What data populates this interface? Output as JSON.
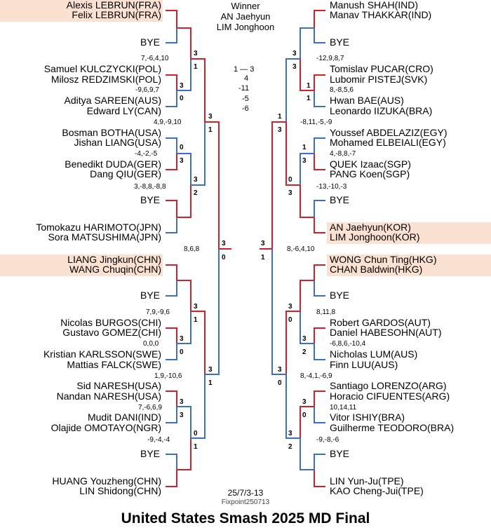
{
  "title": "United States Smash 2025 MD Final",
  "winner": {
    "label": "Winner",
    "p1": "AN Jaehyun",
    "p2": "LIM Jonghoon"
  },
  "final_summary": [
    "1 — 3",
    "4",
    "-11",
    "-5",
    "-6"
  ],
  "dates": "25/7/3-13",
  "source": "Fixpoint250713",
  "bye": "BYE",
  "left_names": [
    "Alexis LEBRUN(FRA)",
    "Felix LEBRUN(FRA)",
    "Samuel KULCZYCKI(POL)",
    "Milosz REDZIMSKI(POL)",
    "Aditya SAREEN(AUS)",
    "Edward LY(CAN)",
    "Bosman BOTHA(USA)",
    "Jishan LIANG(USA)",
    "Benedikt DUDA(GER)",
    "Dang QIU(GER)",
    "Tomokazu HARIMOTO(JPN)",
    "Sora MATSUSHIMA(JPN)",
    "LIANG Jingkun(CHN)",
    "WANG Chuqin(CHN)",
    "Nicolas BURGOS(CHI)",
    "Gustavo GOMEZ(CHI)",
    "Kristian KARLSSON(SWE)",
    "Mattias FALCK(SWE)",
    "Sid NARESH(USA)",
    "Nandan NARESH(USA)",
    "Mudit DANI(IND)",
    "Olajide OMOTAYO(NGR)",
    "HUANG Youzheng(CHN)",
    "LIN Shidong(CHN)"
  ],
  "right_names": [
    "Manush SHAH(IND)",
    "Manav THAKKAR(IND)",
    "Tomislav PUCAR(CRO)",
    "Lubomir PISTEJ(SVK)",
    "Hwan BAE(AUS)",
    "Leonardo IIZUKA(BRA)",
    "Youssef ABDELAZIZ(EGY)",
    "Mohamed ELBEIALI(EGY)",
    "QUEK Izaac(SGP)",
    "PANG Koen(SGP)",
    "AN Jaehyun(KOR)",
    "LIM Jonghoon(KOR)",
    "WONG Chun Ting(HKG)",
    "CHAN Baldwin(HKG)",
    "Robert GARDOS(AUT)",
    "Daniel HABESOHN(AUT)",
    "Nicholas LUM(AUS)",
    "Finn LUU(AUS)",
    "Santiago LORENZO(ARG)",
    "Horacio CIFUENTES(ARG)",
    "Vitor ISHIY(BRA)",
    "Guilherme TEODORO(BRA)",
    "LIN Yun-Ju(TPE)",
    "KAO Cheng-Jui(TPE)"
  ],
  "left_scores": [
    "7,-6,4,10",
    "-9,6,9,7",
    "4,9,-9,10",
    "-4,-2,-5",
    "3,-8,8,-8,8",
    "8,6,8",
    "7,9,-9,6",
    "0,0,0",
    "1,9,-10,6",
    "7,-6,6,9",
    "-9,-4,-4"
  ],
  "right_scores": [
    "-12,9,8,7",
    "8,-8,5,6",
    "-8,11,-5,-9",
    "4,-8,8,-7",
    "-13,-10,-3",
    "8,-6,4,10",
    "8,11,8",
    "-6,8,6,-10,4",
    "8,-4,1,-6,9",
    "10,14,11",
    "-9,-8,-6"
  ],
  "left_games": [
    "3",
    "1",
    "3",
    "0",
    "3",
    "1",
    "3",
    "0",
    "3",
    "2",
    "3",
    "0",
    "3",
    "1",
    "3",
    "0",
    "3",
    "1",
    "0",
    "3",
    "3",
    "1"
  ],
  "right_games": [
    "3",
    "1",
    "1",
    "3",
    "1",
    "3",
    "1",
    "3",
    "0",
    "3",
    "3",
    "1",
    "3",
    "0",
    "3",
    "2",
    "3",
    "0",
    "3",
    "0",
    "3",
    "2"
  ]
}
